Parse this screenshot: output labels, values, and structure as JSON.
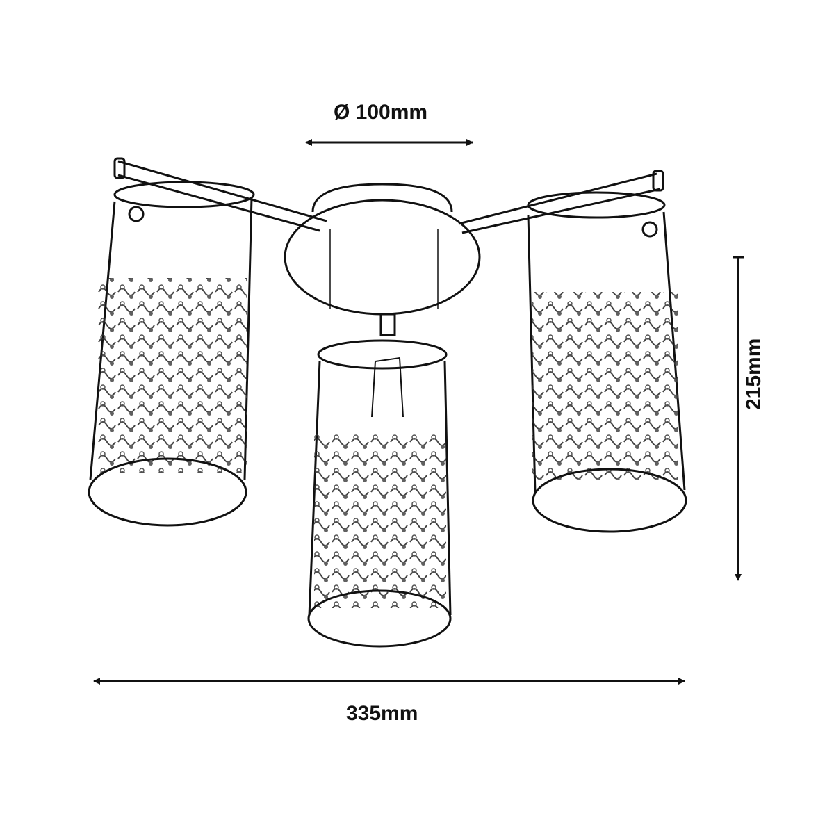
{
  "dimensions": {
    "canopy_diameter": "Ø 100mm",
    "height": "215mm",
    "width": "335mm"
  },
  "colors": {
    "line": "#111111",
    "background": "#ffffff"
  }
}
